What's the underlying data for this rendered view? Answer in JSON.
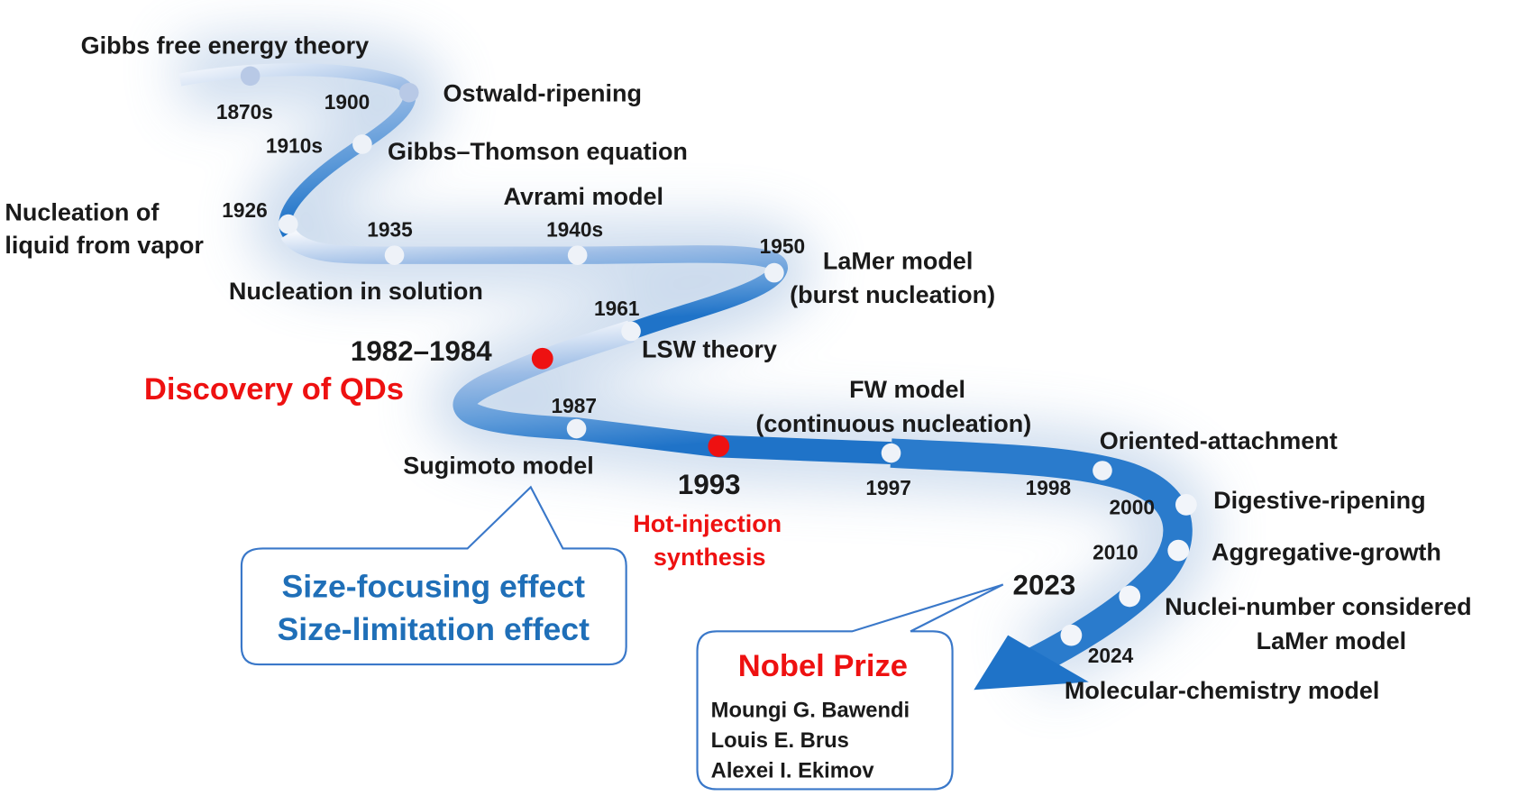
{
  "events": [
    {
      "year": "1870s",
      "label": "Gibbs free energy theory"
    },
    {
      "year": "1900",
      "label": "Ostwald-ripening"
    },
    {
      "year": "1910s",
      "label": "Gibbs–Thomson equation"
    },
    {
      "year": "1926",
      "label_line1": "Nucleation of",
      "label_line2": "liquid from vapor"
    },
    {
      "year": "1935",
      "label": "Nucleation in solution"
    },
    {
      "year": "1940s",
      "label": "Avrami model"
    },
    {
      "year": "1950",
      "label_line1": "LaMer model",
      "label_line2": "(burst nucleation)"
    },
    {
      "year": "1961",
      "label": "LSW theory"
    },
    {
      "year": "1982–1984",
      "label": "Discovery of  QDs"
    },
    {
      "year": "1987",
      "label": "Sugimoto model"
    },
    {
      "year": "1993",
      "label_line1": "Hot-injection",
      "label_line2": "synthesis"
    },
    {
      "year": "1997",
      "label_line1": "FW model",
      "label_line2": "(continuous nucleation)"
    },
    {
      "year": "1998",
      "label": "Oriented-attachment"
    },
    {
      "year": "2000",
      "label": "Digestive-ripening"
    },
    {
      "year": "2010",
      "label": "Aggregative-growth"
    },
    {
      "year": "2023",
      "label_line1": "Nuclei-number considered",
      "label_line2": "LaMer model"
    },
    {
      "year": "2024",
      "label": "Molecular-chemistry model"
    }
  ],
  "callout_sugimoto": {
    "line1": "Size-focusing effect",
    "line2": "Size-limitation effect"
  },
  "callout_nobel": {
    "title": "Nobel Prize",
    "year": "2023",
    "laureates": [
      "Moungi G. Bawendi",
      "Louis E. Brus",
      "Alexei I. Ekimov"
    ]
  },
  "colors": {
    "path_light": "#dfe8f7",
    "path_mid": "#8fb4e3",
    "path_dark": "#1f73c8",
    "highlight": "#ee1111"
  }
}
